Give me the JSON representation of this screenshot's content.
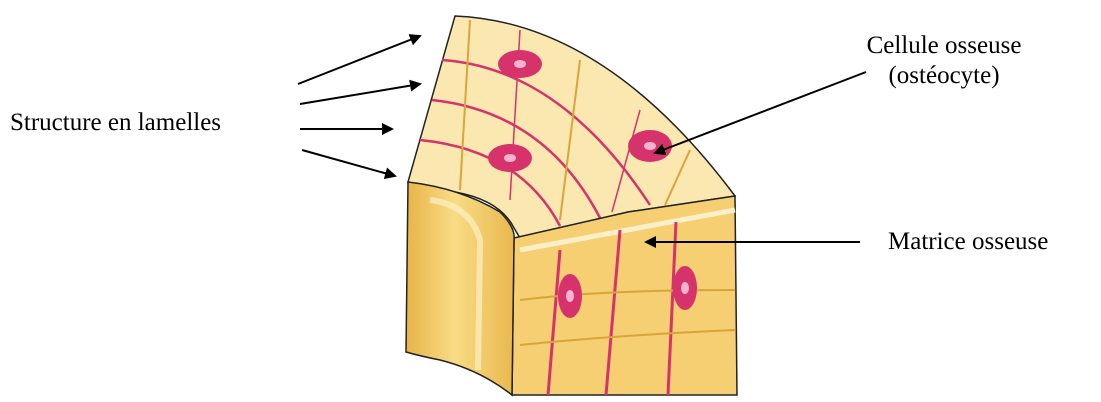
{
  "labels": {
    "structure": "Structure en lamelles",
    "cellule_line1": "Cellule osseuse",
    "cellule_line2": "(ostéocyte)",
    "matrice": "Matrice osseuse"
  },
  "colors": {
    "bone_light": "#fbe7b0",
    "bone_mid": "#f5cf72",
    "bone_dark": "#d9a43a",
    "canal": "#f3c85a",
    "cell_pink": "#d6336c",
    "cell_core": "#f6b3cf",
    "outline": "#222222",
    "arrow": "#000000"
  }
}
